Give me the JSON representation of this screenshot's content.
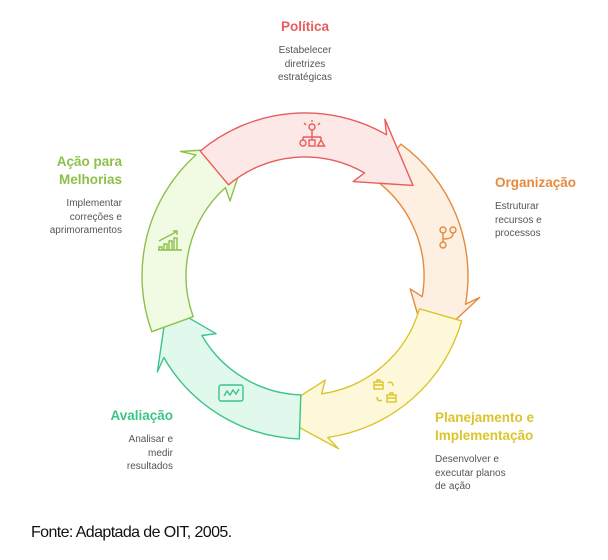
{
  "stages": [
    {
      "title": [
        "Política"
      ],
      "desc": [
        "Estabelecer",
        "diretrizes",
        "estratégicas"
      ],
      "icon": "strategy-hierarchy-icon",
      "color": "#e85c5c",
      "fill": "#fde8e8"
    },
    {
      "title": [
        "Organização"
      ],
      "desc": [
        "Estruturar",
        "recursos e",
        "processos"
      ],
      "icon": "branch-icon",
      "color": "#e58a3c",
      "fill": "#fdf0e3"
    },
    {
      "title": [
        "Planejamento e",
        "Implementação"
      ],
      "desc": [
        "Desenvolver e",
        "executar planos",
        "de ação"
      ],
      "icon": "briefcase-exchange-icon",
      "color": "#dcc52c",
      "fill": "#fdf8da"
    },
    {
      "title": [
        "Avaliação"
      ],
      "desc": [
        "Analisar e",
        "medir",
        "resultados"
      ],
      "icon": "chart-monitor-icon",
      "color": "#3cc48a",
      "fill": "#e1f9ed"
    },
    {
      "title": [
        "Ação para",
        "Melhorias"
      ],
      "desc": [
        "Implementar",
        "correções e",
        "aprimoramentos"
      ],
      "icon": "growth-chart-icon",
      "color": "#8dc04b",
      "fill": "#f1fbe3"
    }
  ],
  "footer": "Fonte: Adaptada de OIT, 2005."
}
